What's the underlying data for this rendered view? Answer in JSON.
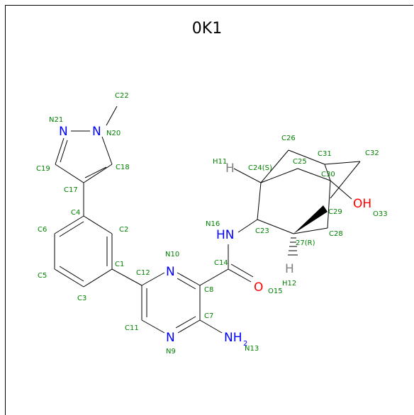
{
  "title": "0K1",
  "colors": {
    "carbon_label": "#008000",
    "nitrogen": "#0000ff",
    "oxygen": "#ff0000",
    "hydrogen": "#808080",
    "bond": "#000000"
  },
  "atoms": {
    "N21": "N",
    "N20": "N",
    "N10": "N",
    "N9": "N",
    "N16": "HN",
    "N13": "NH",
    "N13_sub": "2",
    "O15": "O",
    "O33": "OH",
    "H11": "H",
    "H12": "H"
  },
  "labels": {
    "C22": "C22",
    "N21": "N21",
    "N20": "N20",
    "C19": "C19",
    "C18": "C18",
    "C17": "C17",
    "C4": "C4",
    "C6": "C6",
    "C2": "C2",
    "C5": "C5",
    "C1": "C1",
    "C3": "C3",
    "N10": "N10",
    "C12": "C12",
    "C14": "C14",
    "C8": "C8",
    "O15": "O15",
    "C11": "C11",
    "C7": "C7",
    "N9": "N9",
    "N13": "N13",
    "N16": "N16",
    "C23": "C23",
    "H11": "H11",
    "C24": "C24(S)",
    "C26": "C26",
    "C25": "C25",
    "C31": "C31",
    "C30": "C30",
    "C32": "C32",
    "O33": "O33",
    "C29": "C29",
    "C27": "27(R)",
    "C28": "C28",
    "H12": "H12"
  }
}
